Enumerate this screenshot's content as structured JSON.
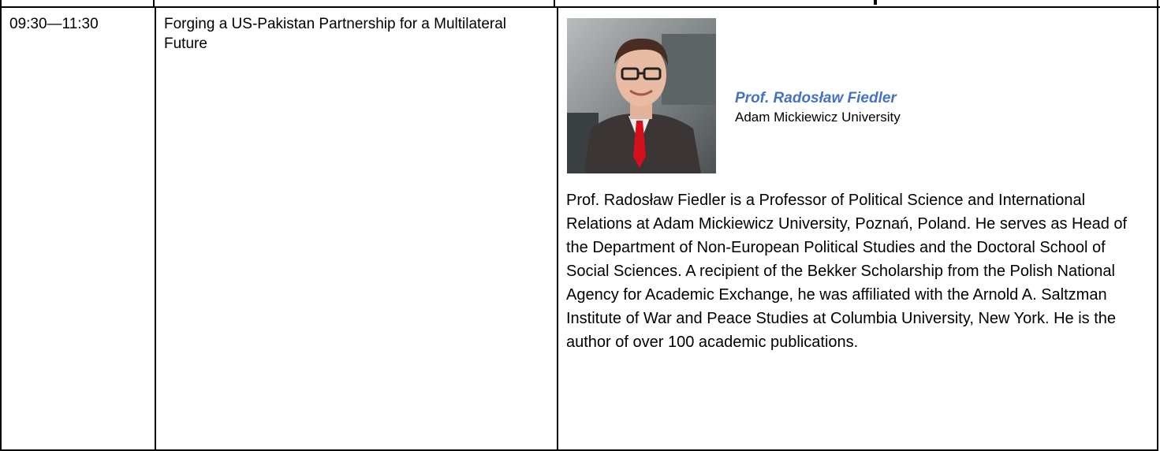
{
  "session": {
    "time": "09:30—11:30",
    "title": "Forging a US-Pakistan Partnership for a Multilateral Future"
  },
  "speaker": {
    "photo_icon": "speaker-portrait",
    "name": "Prof. Radosław Fiedler",
    "affiliation": "Adam Mickiewicz University",
    "bio": "Prof. Radosław Fiedler is a Professor of Political Science and International Relations at Adam Mickiewicz University, Poznań, Poland. He serves as Head of the Department of Non-European Political Studies and the Doctoral School of Social Sciences. A recipient of the Bekker Scholarship from the Polish National Agency for Academic Exchange, he was affiliated with the Arnold A. Saltzman Institute of War and Peace Studies at Columbia University, New York. He is the author of over 100 academic publications."
  },
  "colors": {
    "speaker_name": "#4472c4",
    "border": "#000000"
  }
}
